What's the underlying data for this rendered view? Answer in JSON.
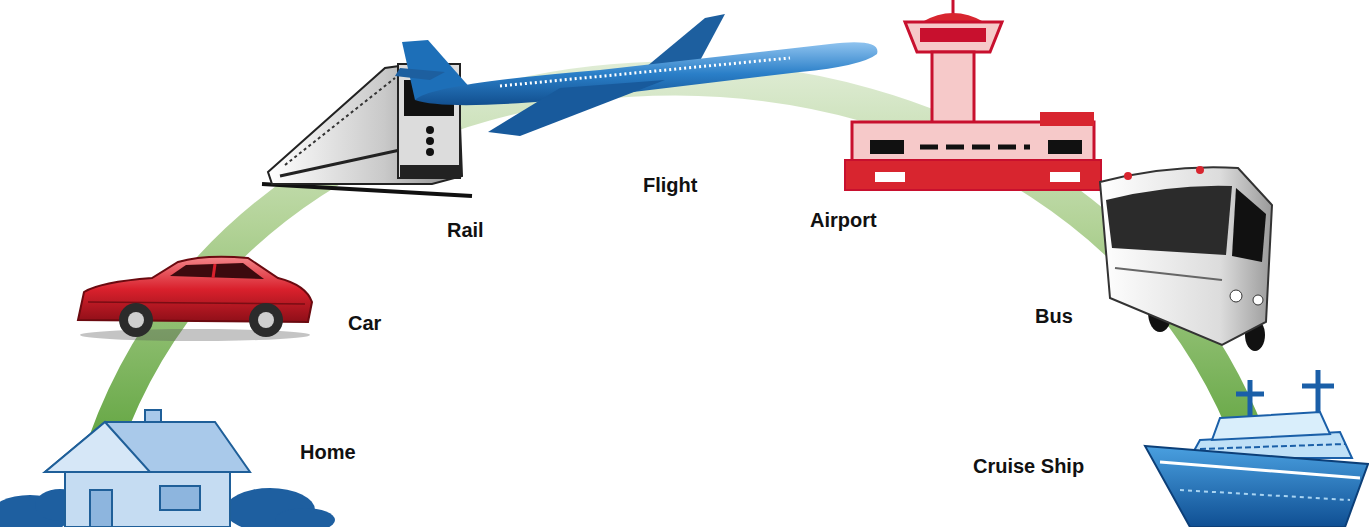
{
  "diagram": {
    "labels": [
      "Home",
      "Car",
      "Rail",
      "Flight",
      "Airport",
      "Bus",
      "Cruise Ship"
    ]
  }
}
